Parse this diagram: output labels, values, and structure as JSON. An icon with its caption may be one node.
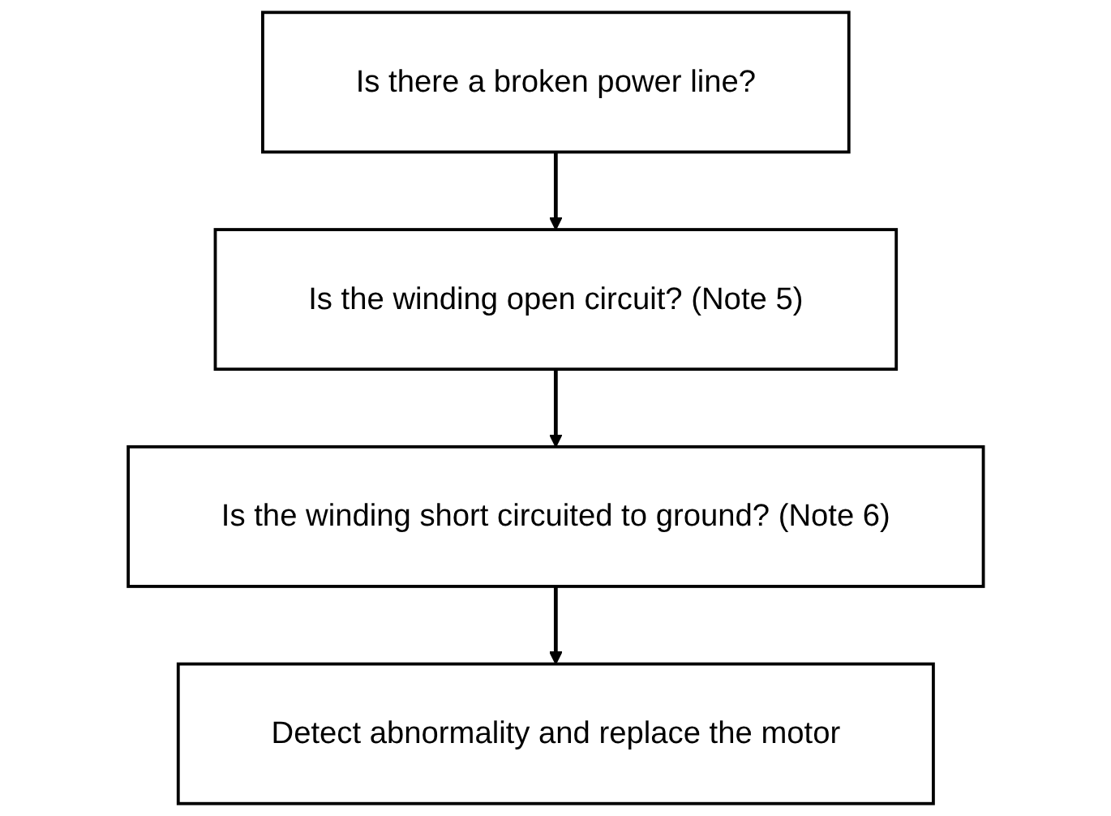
{
  "diagram": {
    "nodes": [
      {
        "text": [
          "Is there a broken power line?"
        ]
      },
      {
        "text": [
          "Is the winding open circuit? (Note 5)"
        ]
      },
      {
        "text": [
          "Is the winding short circuited to ground? (Note 6)"
        ]
      },
      {
        "text": [
          "Detect abnormality and replace the motor"
        ]
      }
    ],
    "edges": [
      {
        "from": 0,
        "to": 1,
        "arrow": "to"
      },
      {
        "from": 1,
        "to": 2,
        "arrow": "to"
      },
      {
        "from": 2,
        "to": 3,
        "arrow": "to"
      }
    ]
  }
}
